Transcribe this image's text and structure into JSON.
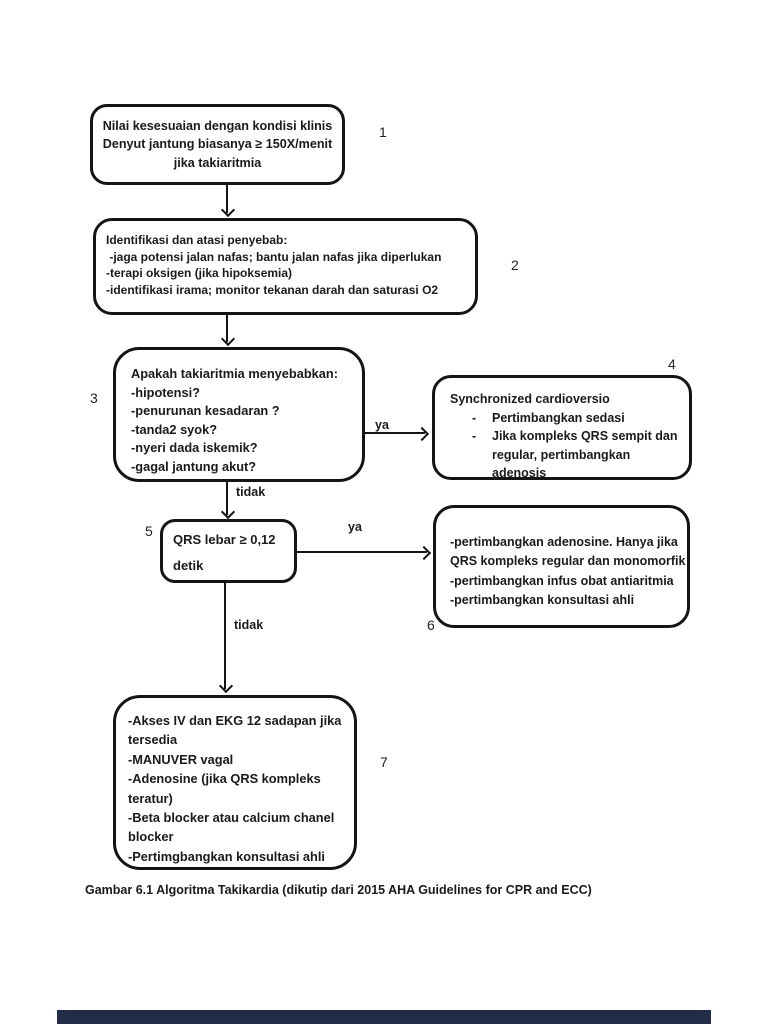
{
  "colors": {
    "ink": "#1a1a1a",
    "page_bg": "#ffffff",
    "gap_bar": "#212c47"
  },
  "numbers": {
    "n1": "1",
    "n2": "2",
    "n3": "3",
    "n4": "4",
    "n5": "5",
    "n6": "6",
    "n7": "7"
  },
  "box1": {
    "lines": [
      "Nilai kesesuaian dengan kondisi klinis",
      "Denyut jantung biasanya ≥ 150X/menit",
      "jika takiaritmia"
    ]
  },
  "box2": {
    "lines": [
      "Identifikasi dan atasi penyebab:",
      " -jaga potensi jalan nafas; bantu jalan nafas jika diperlukan",
      "-terapi oksigen (jika hipoksemia)",
      "-identifikasi irama; monitor tekanan darah dan saturasi O2"
    ]
  },
  "box3": {
    "lines": [
      "Apakah takiaritmia menyebabkan:",
      "-hipotensi?",
      "-penurunan kesadaran ?",
      "-tanda2 syok?",
      "-nyeri dada iskemik?",
      "-gagal jantung akut?"
    ]
  },
  "box4": {
    "title": "Synchronized cardioversio",
    "bullets": [
      {
        "marker": "-",
        "text": "Pertimbangkan sedasi"
      },
      {
        "marker": "-",
        "text": "Jika kompleks QRS sempit dan regular, pertimbangkan adenosis"
      }
    ]
  },
  "box5": {
    "lines": [
      "QRS lebar ≥ 0,12",
      "detik"
    ]
  },
  "box6": {
    "lines": [
      "-pertimbangkan adenosine. Hanya jika",
      "QRS kompleks regular dan monomorfik",
      "-pertimbangkan infus obat antiaritmia",
      "-pertimbangkan konsultasi ahli"
    ]
  },
  "box7": {
    "lines": [
      "-Akses IV dan EKG 12 sadapan jika",
      "tersedia",
      "-MANUVER vagal",
      "-Adenosine (jika QRS kompleks",
      "teratur)",
      "-Beta blocker atau calcium chanel",
      "blocker",
      "-Pertimgbangkan konsultasi ahli"
    ]
  },
  "edge_labels": {
    "ya_box3_box4": "ya",
    "tidak_box3_box5": "tidak",
    "ya_box5_box6": "ya",
    "tidak_box5_box7": "tidak"
  },
  "caption": "Gambar 6.1 Algoritma Takikardia (dikutip dari 2015 AHA Guidelines for CPR and ECC)"
}
